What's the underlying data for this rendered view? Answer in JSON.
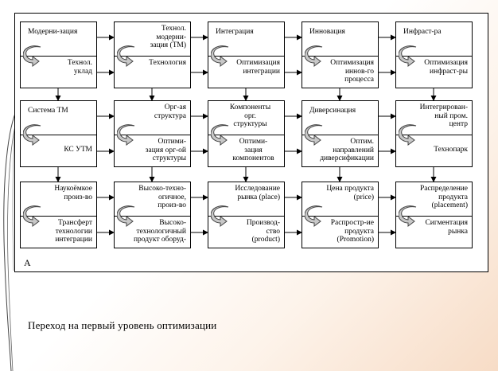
{
  "frame_label": "A",
  "caption": "Переход на первый уровень оптимизации",
  "rows": [
    [
      {
        "top": "Модерни-зация",
        "bottom": "Технол.\nуклад"
      },
      {
        "top": "Технол. модерни-\nзация (ТМ)",
        "bottom": "Технология"
      },
      {
        "top": "Интеграция",
        "bottom": "Оптимизация\nинтеграции"
      },
      {
        "top": "Инновация",
        "bottom": "Оптимизация\nиннов-го\nпроцесса"
      },
      {
        "top": "Инфраст-ра",
        "bottom": "Оптимизация\nинфраст-ры"
      }
    ],
    [
      {
        "top": "Система ТМ",
        "bottom": "КС УТМ"
      },
      {
        "top": "Орг-ая\nструктура",
        "bottom": "Оптими-\nзация орг-ой\nструктуры"
      },
      {
        "top": "Компоненты\nорг.\nструктуры",
        "bottom": "Оптими-\nзация\nкомпонентов"
      },
      {
        "top": "Диверсинация",
        "bottom": "Оптим.\nнаправлений\nдиверсификации"
      },
      {
        "top": "Интегрирован-\nный пром.\nцентр",
        "bottom": "Технопарк"
      }
    ],
    [
      {
        "top": "Наукоёмкое\nпроиз-во",
        "bottom": "Трансферт\nтехнологии\nинтеграции"
      },
      {
        "top": "Высоко-техно-\nогичное,\nпроиз-во",
        "bottom": "Высоко-\nтехнологичный\nпродукт оборуд-"
      },
      {
        "top": "Исследование\nрынка (place)",
        "bottom": "Производ-\nство\n(product)"
      },
      {
        "top": "Цена продукта\n(price)",
        "bottom": "Распростр-ие\nпродукта\n(Promotion)"
      },
      {
        "top": "Распределение\nпродукта\n(placement)",
        "bottom": "Сигментация\nрынка"
      }
    ]
  ]
}
